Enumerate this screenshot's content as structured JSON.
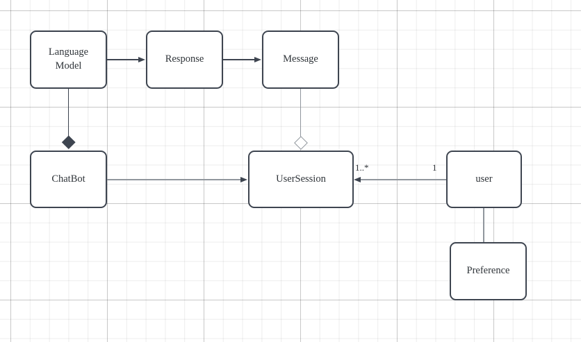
{
  "canvas": {
    "type": "diagram-grid-canvas",
    "background": "#ffffff",
    "grid_minor_color": "#ececec",
    "grid_major_color": "#d8d8d8"
  },
  "palette": {
    "node_border": "#3e4550",
    "node_fill": "#ffffff",
    "edge_dark": "#3e4550",
    "edge_gray": "#90969d",
    "text": "#2e3338"
  },
  "nodes": [
    {
      "id": "language-model",
      "label": "Language Model"
    },
    {
      "id": "response",
      "label": "Response"
    },
    {
      "id": "message",
      "label": "Message"
    },
    {
      "id": "chatbot",
      "label": "ChatBot"
    },
    {
      "id": "usersession",
      "label": "UserSession"
    },
    {
      "id": "user",
      "label": "user"
    },
    {
      "id": "preference",
      "label": "Preference"
    }
  ],
  "edges": [
    {
      "id": "languagemodel-to-response",
      "from": "Language Model",
      "to": "Response",
      "style": "arrow"
    },
    {
      "id": "response-to-message",
      "from": "Response",
      "to": "Message",
      "style": "arrow"
    },
    {
      "id": "languagemodel-to-chatbot",
      "from": "Language Model",
      "to": "ChatBot",
      "style": "composition-filled-diamond"
    },
    {
      "id": "message-to-usersession",
      "from": "Message",
      "to": "UserSession",
      "style": "aggregation-hollow-diamond"
    },
    {
      "id": "chatbot-to-usersession",
      "from": "ChatBot",
      "to": "UserSession",
      "style": "arrow"
    },
    {
      "id": "user-to-usersession",
      "from": "user",
      "to": "UserSession",
      "style": "arrow",
      "source_label": "1",
      "target_label": "1..*"
    },
    {
      "id": "user-to-preference",
      "from": "user",
      "to": "Preference",
      "style": "line"
    }
  ],
  "edge_labels": {
    "usersession_multiplicity": "1..*",
    "user_multiplicity": "1"
  }
}
